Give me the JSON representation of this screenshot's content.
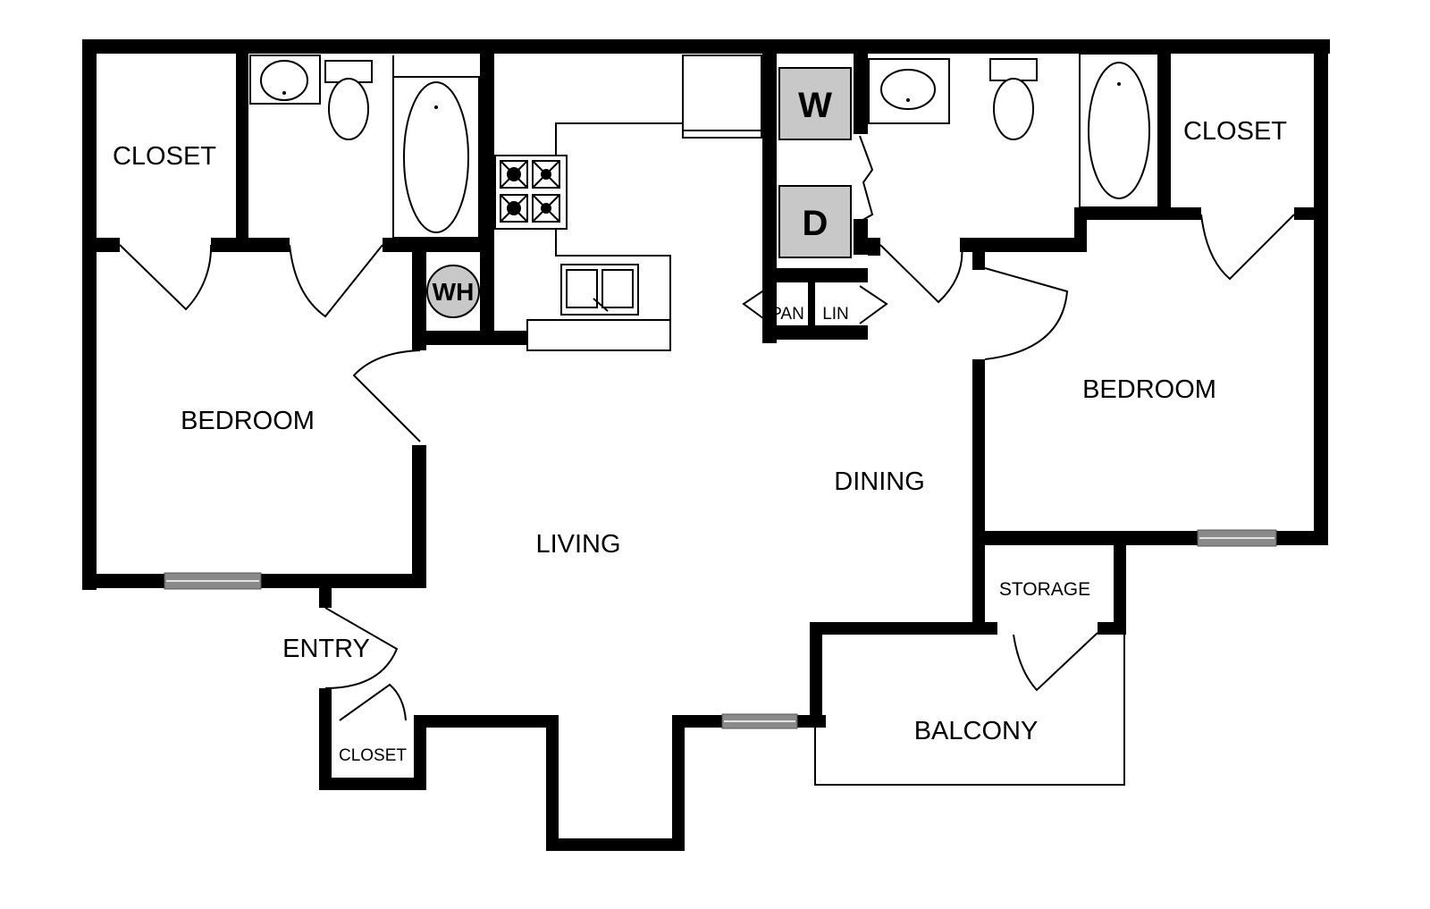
{
  "rooms": {
    "closet_left": "CLOSET",
    "closet_right": "CLOSET",
    "closet_entry": "CLOSET",
    "bedroom_left": "BEDROOM",
    "bedroom_right": "BEDROOM",
    "living": "LIVING",
    "dining": "DINING",
    "entry": "ENTRY",
    "storage": "STORAGE",
    "balcony": "BALCONY",
    "pantry": "PAN",
    "linen": "LIN"
  },
  "appliances": {
    "washer": "W",
    "dryer": "D",
    "water_heater": "WH"
  },
  "colors": {
    "wall": "#000000",
    "appliance_fill": "#c8c8c8",
    "window_fill": "#8a8a8a",
    "background": "#ffffff"
  }
}
